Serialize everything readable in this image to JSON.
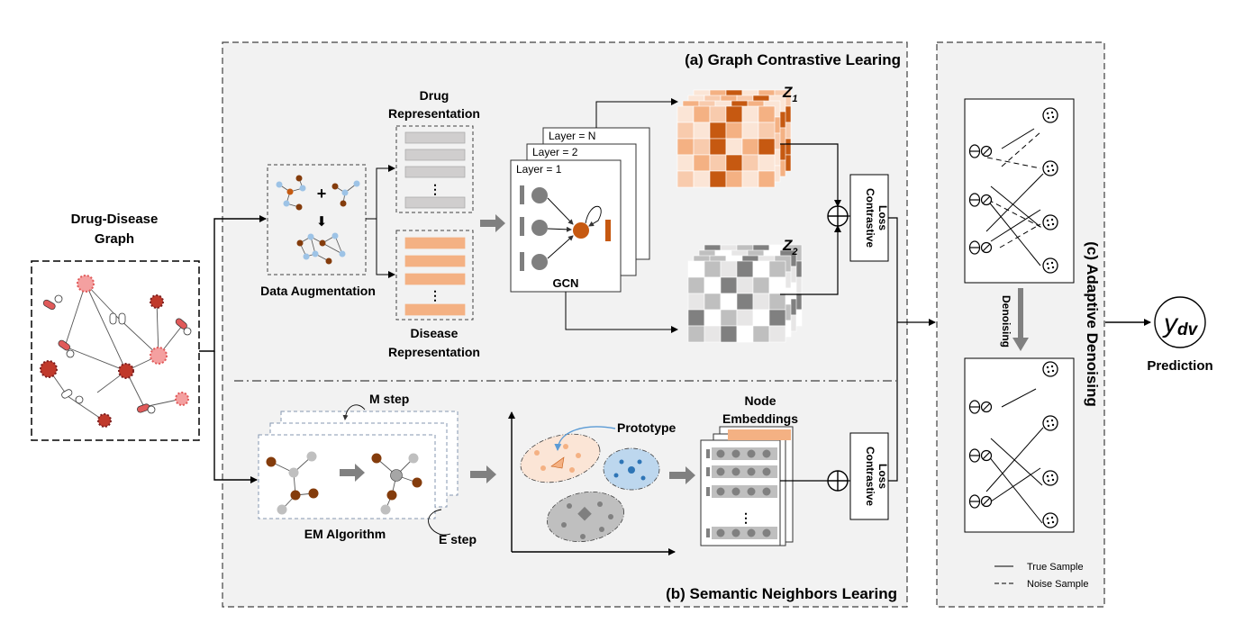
{
  "panels": {
    "a_title": "(a) Graph Contrastive Learing",
    "b_title": "(b) Semantic Neighbors Learing",
    "c_title": "(c) Adaptive Denoising"
  },
  "graph": {
    "title_line1": "Drug-Disease",
    "title_line2": "Graph"
  },
  "augmentation": {
    "label": "Data Augmentation",
    "plus": "+",
    "down_arrow": "⬇"
  },
  "drug_rep": {
    "line1": "Drug",
    "line2": "Representation"
  },
  "disease_rep": {
    "line1": "Disease",
    "line2": "Representation"
  },
  "ellipsis": "⋮",
  "gcn": {
    "layer_n": "Layer = N",
    "layer_2": "Layer = 2",
    "layer_1": "Layer = 1",
    "label": "GCN"
  },
  "z1": {
    "main": "Z",
    "sub": "1"
  },
  "z2": {
    "main": "Z",
    "sub": "2"
  },
  "contrastive_loss_line1": "Contrastive",
  "contrastive_loss_line2": "Loss",
  "em": {
    "m_step": "M step",
    "e_step": "E step",
    "label": "EM Algorithm"
  },
  "prototype": "Prototype",
  "node_emb": {
    "line1": "Node",
    "line2": "Embeddings"
  },
  "denoising": "Denoising",
  "prediction": {
    "symbol": "y",
    "sub": "dv",
    "label": "Prediction"
  },
  "legend": {
    "true_sample": "True Sample",
    "noise_sample": "Noise Sample"
  },
  "colors": {
    "panel_bg": "#f2f2f2",
    "orange_dark": "#c65911",
    "orange_mid": "#f4b183",
    "orange_light": "#fbe5d6",
    "gray_dark": "#808080",
    "gray_mid": "#bfbfbf",
    "gray_light": "#e7e6e6",
    "brown_node": "#843c0c",
    "blue_node": "#2e75b6",
    "red_virus": "#e05a5a"
  }
}
